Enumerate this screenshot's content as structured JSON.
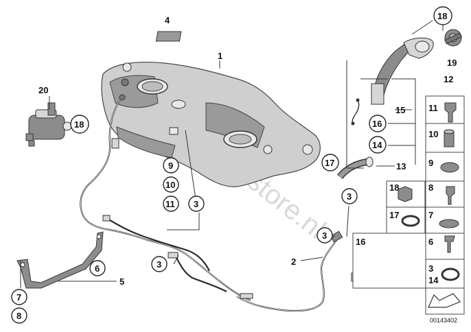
{
  "watermark": "www.BMWstore.nl",
  "reference_number": "00143402",
  "callouts": [
    "1",
    "2",
    "3",
    "3",
    "3",
    "3",
    "4",
    "5",
    "6",
    "7",
    "8",
    "9",
    "10",
    "11",
    "12",
    "13",
    "14",
    "15",
    "16",
    "17",
    "18",
    "18",
    "19",
    "20"
  ],
  "panel_labels": [
    "11",
    "10",
    "9",
    "18",
    "8",
    "17",
    "7",
    "16",
    "6",
    "3",
    "14"
  ]
}
